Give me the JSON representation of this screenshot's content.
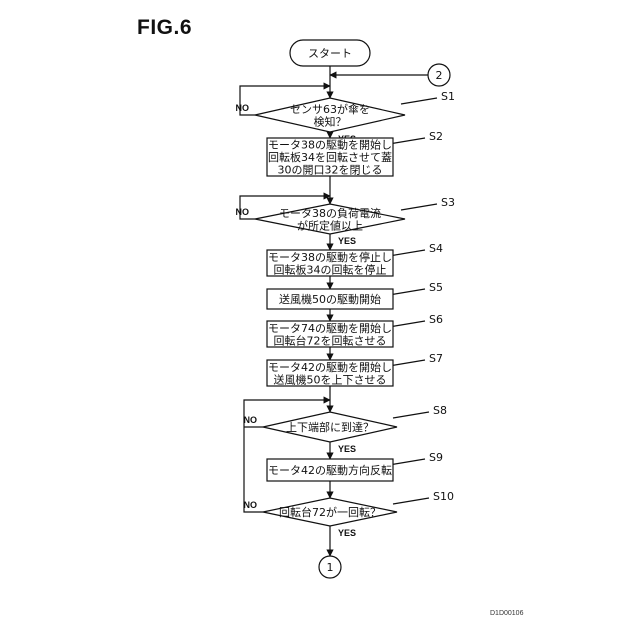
{
  "figure": {
    "title": "FIG.6",
    "code": "D1D00106"
  },
  "start": {
    "label": "スタート"
  },
  "connectors": {
    "top": "2",
    "bottom": "1"
  },
  "steps": [
    {
      "id": "S1",
      "type": "decision",
      "lines": [
        "センサ63が傘を",
        "検知？"
      ],
      "no": "NO",
      "yes": "YES"
    },
    {
      "id": "S2",
      "type": "process",
      "lines": [
        "モータ38の駆動を開始し",
        "回転板34を回転させて蓋",
        "30の開口32を閉じる"
      ]
    },
    {
      "id": "S3",
      "type": "decision",
      "lines": [
        "モータ38の負荷電流",
        "が所定値以上"
      ],
      "no": "NO",
      "yes": "YES"
    },
    {
      "id": "S4",
      "type": "process",
      "lines": [
        "モータ38の駆動を停止し",
        "回転板34の回転を停止"
      ]
    },
    {
      "id": "S5",
      "type": "process",
      "lines": [
        "送風機50の駆動開始"
      ]
    },
    {
      "id": "S6",
      "type": "process",
      "lines": [
        "モータ74の駆動を開始し",
        "回転台72を回転させる"
      ]
    },
    {
      "id": "S7",
      "type": "process",
      "lines": [
        "モータ42の駆動を開始し",
        "送風機50を上下させる"
      ]
    },
    {
      "id": "S8",
      "type": "decision",
      "lines": [
        "上下端部に到達？"
      ],
      "no": "NO",
      "yes": "YES"
    },
    {
      "id": "S9",
      "type": "process",
      "lines": [
        "モータ42の駆動方向反転"
      ]
    },
    {
      "id": "S10",
      "type": "decision",
      "lines": [
        "回転台72が一回転？"
      ],
      "no": "NO",
      "yes": "YES"
    }
  ]
}
